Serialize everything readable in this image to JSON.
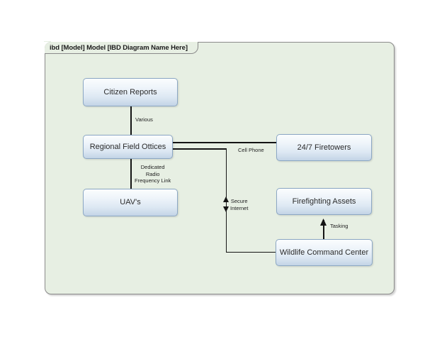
{
  "diagram": {
    "frame_title": "ibd [Model] Model [IBD Diagram Name Here]",
    "type": "SysML Internal Block Diagram",
    "frame_fill": "#e7efe3",
    "block_border": "#8ca7c4",
    "line_color": "#141414",
    "blocks": [
      {
        "id": "citizen-reports",
        "label": "Citizen Reports"
      },
      {
        "id": "regional-field-offices",
        "label": "Regional Field Ottices"
      },
      {
        "id": "uavs",
        "label": "UAV's"
      },
      {
        "id": "firetowers",
        "label": "24/7 Firetowers"
      },
      {
        "id": "firefighting-assets",
        "label": "Firefighting Assets"
      },
      {
        "id": "wildlife-command-center",
        "label": "Wildlife Command Center"
      }
    ],
    "connections": [
      {
        "id": "various",
        "label": "Various",
        "from": "citizen-reports",
        "to": "regional-field-offices",
        "arrow": "none"
      },
      {
        "id": "cell-phone",
        "label": "Cell Phone",
        "from": "regional-field-offices",
        "to": "firetowers",
        "arrow": "none"
      },
      {
        "id": "radio-link",
        "label": "Dedicated\nRadio\nFrequency Link",
        "from": "regional-field-offices",
        "to": "uavs",
        "arrow": "none",
        "label_lines": [
          "Dedicated",
          "Radio",
          "Frequency Link"
        ]
      },
      {
        "id": "secure-internet",
        "label": "Secure\nInternet",
        "from": "regional-field-offices",
        "to": "wildlife-command-center",
        "arrow": "double",
        "label_lines": [
          "Secure",
          "Internet"
        ]
      },
      {
        "id": "tasking",
        "label": "Tasking",
        "from": "wildlife-command-center",
        "to": "firefighting-assets",
        "arrow": "up"
      }
    ]
  }
}
